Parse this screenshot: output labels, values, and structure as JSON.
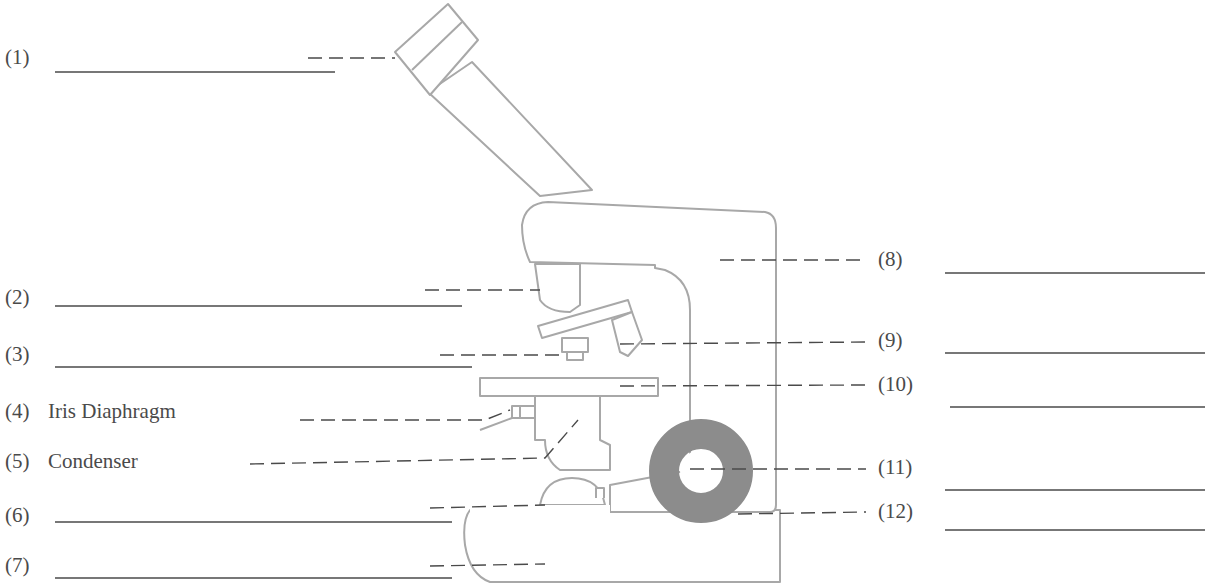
{
  "diagram": {
    "labels": [
      "(1)",
      "(2)",
      "(3)",
      "(4)",
      "Iris Diaphragm",
      "(5)",
      "Condenser",
      "(6)",
      "(7)",
      "(8)",
      "(9)",
      "(10)",
      "(11)",
      "(12)"
    ]
  }
}
